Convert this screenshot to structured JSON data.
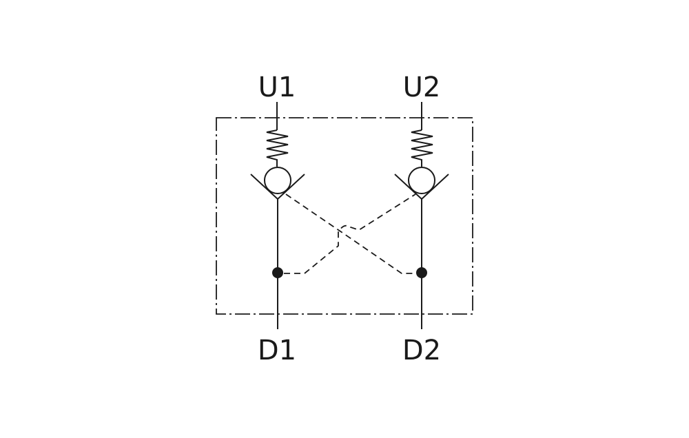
{
  "ports": {
    "u1": "U1",
    "u2": "U2",
    "d1": "D1",
    "d2": "D2"
  },
  "colors": {
    "ink": "#1a1a1a",
    "background": "#ffffff"
  }
}
